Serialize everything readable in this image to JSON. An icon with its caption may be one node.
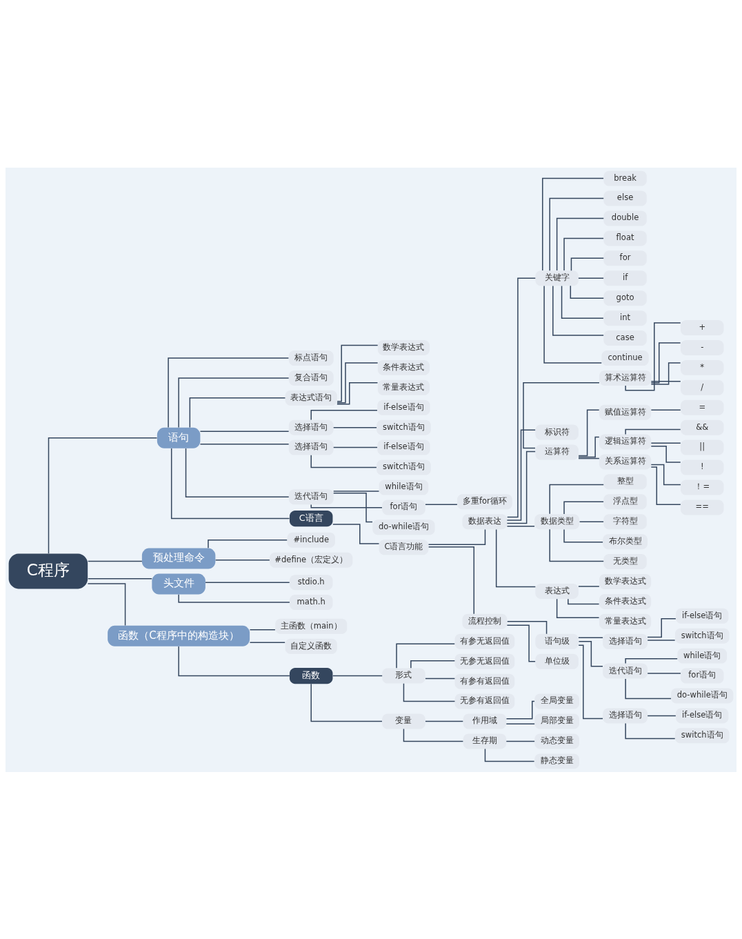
{
  "diagram": {
    "nodes": [
      {
        "text": [
          "C程序"
        ]
      },
      {
        "text": [
          "语句"
        ]
      },
      {
        "text": [
          "标点语句"
        ]
      },
      {
        "text": [
          "复合语句"
        ]
      },
      {
        "text": [
          "表达式语句"
        ]
      },
      {
        "text": [
          "数学表达式"
        ]
      },
      {
        "text": [
          "条件表达式"
        ]
      },
      {
        "text": [
          "常量表达式"
        ]
      },
      {
        "text": [
          "选择语句"
        ]
      },
      {
        "text": [
          "if-else语句"
        ]
      },
      {
        "text": [
          "switch语句"
        ]
      },
      {
        "text": [
          "选择语句"
        ]
      },
      {
        "text": [
          "if-else语句"
        ]
      },
      {
        "text": [
          "switch语句"
        ]
      },
      {
        "text": [
          "迭代语句"
        ]
      },
      {
        "text": [
          "while语句"
        ]
      },
      {
        "text": [
          "for语句"
        ]
      },
      {
        "text": [
          "多重for循环"
        ]
      },
      {
        "text": [
          "do-while语句"
        ]
      },
      {
        "text": [
          "C语言"
        ]
      },
      {
        "text": [
          "C语言功能"
        ]
      },
      {
        "text": [
          "数据表达"
        ]
      },
      {
        "text": [
          "关键字"
        ]
      },
      {
        "text": [
          "break"
        ]
      },
      {
        "text": [
          "else"
        ]
      },
      {
        "text": [
          "double"
        ]
      },
      {
        "text": [
          "float"
        ]
      },
      {
        "text": [
          "for"
        ]
      },
      {
        "text": [
          "if"
        ]
      },
      {
        "text": [
          "goto"
        ]
      },
      {
        "text": [
          "int"
        ]
      },
      {
        "text": [
          "case"
        ]
      },
      {
        "text": [
          "continue"
        ]
      },
      {
        "text": [
          "标识符"
        ]
      },
      {
        "text": [
          "运算符"
        ]
      },
      {
        "text": [
          "算术运算符"
        ]
      },
      {
        "text": [
          "+"
        ]
      },
      {
        "text": [
          "-"
        ]
      },
      {
        "text": [
          "*"
        ]
      },
      {
        "text": [
          "/"
        ]
      },
      {
        "text": [
          "赋值运算符"
        ]
      },
      {
        "text": [
          "="
        ]
      },
      {
        "text": [
          "逻辑运算符"
        ]
      },
      {
        "text": [
          "&&"
        ]
      },
      {
        "text": [
          "||"
        ]
      },
      {
        "text": [
          "!"
        ]
      },
      {
        "text": [
          "关系运算符"
        ]
      },
      {
        "text": [
          "！="
        ]
      },
      {
        "text": [
          "=="
        ]
      },
      {
        "text": [
          "数据类型"
        ]
      },
      {
        "text": [
          "整型"
        ]
      },
      {
        "text": [
          "浮点型"
        ]
      },
      {
        "text": [
          "字符型"
        ]
      },
      {
        "text": [
          "布尔类型"
        ]
      },
      {
        "text": [
          "无类型"
        ]
      },
      {
        "text": [
          "表达式"
        ]
      },
      {
        "text": [
          "数学表达式"
        ]
      },
      {
        "text": [
          "条件表达式"
        ]
      },
      {
        "text": [
          "常量表达式"
        ]
      },
      {
        "text": [
          "流程控制"
        ]
      },
      {
        "text": [
          "语句级"
        ]
      },
      {
        "text": [
          "选择语句"
        ]
      },
      {
        "text": [
          "if-else语句"
        ]
      },
      {
        "text": [
          "switch语句"
        ]
      },
      {
        "text": [
          "迭代语句"
        ]
      },
      {
        "text": [
          "while语句"
        ]
      },
      {
        "text": [
          "for语句"
        ]
      },
      {
        "text": [
          "do-while语句"
        ]
      },
      {
        "text": [
          "选择语句"
        ]
      },
      {
        "text": [
          "if-else语句"
        ]
      },
      {
        "text": [
          "switch语句"
        ]
      },
      {
        "text": [
          "单位级"
        ]
      },
      {
        "text": [
          "预处理命令"
        ]
      },
      {
        "text": [
          "#include"
        ]
      },
      {
        "text": [
          "#define（宏定义）"
        ]
      },
      {
        "text": [
          "头文件"
        ]
      },
      {
        "text": [
          "stdio.h"
        ]
      },
      {
        "text": [
          "math.h"
        ]
      },
      {
        "text": [
          "函数（C程序中的构造块）"
        ]
      },
      {
        "text": [
          "主函数（main）"
        ]
      },
      {
        "text": [
          "自定义函数"
        ]
      },
      {
        "text": [
          "函数"
        ]
      },
      {
        "text": [
          "形式"
        ]
      },
      {
        "text": [
          "有参无返回值"
        ]
      },
      {
        "text": [
          "无参无返回值"
        ]
      },
      {
        "text": [
          "有参有返回值"
        ]
      },
      {
        "text": [
          "无参有返回值"
        ]
      },
      {
        "text": [
          "变量"
        ]
      },
      {
        "text": [
          "作用域"
        ]
      },
      {
        "text": [
          "全局变量"
        ]
      },
      {
        "text": [
          "局部变量"
        ]
      },
      {
        "text": [
          "生存期"
        ]
      },
      {
        "text": [
          "动态变量"
        ]
      },
      {
        "text": [
          "静态变量"
        ]
      }
    ],
    "edges": [
      {
        "from": 0,
        "to": 1,
        "arrow": "none"
      },
      {
        "from": 1,
        "to": 2,
        "arrow": "none"
      },
      {
        "from": 1,
        "to": 3,
        "arrow": "none"
      },
      {
        "from": 1,
        "to": 4,
        "arrow": "none"
      },
      {
        "from": 4,
        "to": 5,
        "arrow": "none"
      },
      {
        "from": 4,
        "to": 6,
        "arrow": "none"
      },
      {
        "from": 4,
        "to": 7,
        "arrow": "none"
      },
      {
        "from": 1,
        "to": 8,
        "arrow": "none"
      },
      {
        "from": 8,
        "to": 9,
        "arrow": "none"
      },
      {
        "from": 8,
        "to": 10,
        "arrow": "none"
      },
      {
        "from": 1,
        "to": 11,
        "arrow": "none"
      },
      {
        "from": 11,
        "to": 12,
        "arrow": "none"
      },
      {
        "from": 11,
        "to": 13,
        "arrow": "none"
      },
      {
        "from": 1,
        "to": 14,
        "arrow": "none"
      },
      {
        "from": 14,
        "to": 15,
        "arrow": "none"
      },
      {
        "from": 14,
        "to": 16,
        "arrow": "none"
      },
      {
        "from": 16,
        "to": 17,
        "arrow": "none"
      },
      {
        "from": 14,
        "to": 18,
        "arrow": "none"
      },
      {
        "from": 1,
        "to": 19,
        "arrow": "none"
      },
      {
        "from": 19,
        "to": 20,
        "arrow": "none"
      },
      {
        "from": 20,
        "to": 21,
        "arrow": "none"
      },
      {
        "from": 21,
        "to": 22,
        "arrow": "none"
      },
      {
        "from": 22,
        "to": 23,
        "arrow": "none"
      },
      {
        "from": 22,
        "to": 24,
        "arrow": "none"
      },
      {
        "from": 22,
        "to": 25,
        "arrow": "none"
      },
      {
        "from": 22,
        "to": 26,
        "arrow": "none"
      },
      {
        "from": 22,
        "to": 27,
        "arrow": "none"
      },
      {
        "from": 22,
        "to": 28,
        "arrow": "none"
      },
      {
        "from": 22,
        "to": 29,
        "arrow": "none"
      },
      {
        "from": 22,
        "to": 30,
        "arrow": "none"
      },
      {
        "from": 22,
        "to": 31,
        "arrow": "none"
      },
      {
        "from": 22,
        "to": 32,
        "arrow": "none"
      },
      {
        "from": 21,
        "to": 33,
        "arrow": "none"
      },
      {
        "from": 21,
        "to": 34,
        "arrow": "none"
      },
      {
        "from": 34,
        "to": 35,
        "arrow": "none"
      },
      {
        "from": 35,
        "to": 36,
        "arrow": "none"
      },
      {
        "from": 35,
        "to": 37,
        "arrow": "none"
      },
      {
        "from": 35,
        "to": 38,
        "arrow": "none"
      },
      {
        "from": 35,
        "to": 39,
        "arrow": "none"
      },
      {
        "from": 34,
        "to": 40,
        "arrow": "none"
      },
      {
        "from": 40,
        "to": 41,
        "arrow": "none"
      },
      {
        "from": 34,
        "to": 42,
        "arrow": "none"
      },
      {
        "from": 42,
        "to": 43,
        "arrow": "none"
      },
      {
        "from": 42,
        "to": 44,
        "arrow": "none"
      },
      {
        "from": 42,
        "to": 45,
        "arrow": "none"
      },
      {
        "from": 34,
        "to": 46,
        "arrow": "none"
      },
      {
        "from": 46,
        "to": 47,
        "arrow": "none"
      },
      {
        "from": 46,
        "to": 48,
        "arrow": "none"
      },
      {
        "from": 21,
        "to": 49,
        "arrow": "none"
      },
      {
        "from": 49,
        "to": 50,
        "arrow": "none"
      },
      {
        "from": 49,
        "to": 51,
        "arrow": "none"
      },
      {
        "from": 49,
        "to": 52,
        "arrow": "none"
      },
      {
        "from": 49,
        "to": 53,
        "arrow": "none"
      },
      {
        "from": 49,
        "to": 54,
        "arrow": "none"
      },
      {
        "from": 21,
        "to": 55,
        "arrow": "none"
      },
      {
        "from": 55,
        "to": 56,
        "arrow": "none"
      },
      {
        "from": 55,
        "to": 57,
        "arrow": "none"
      },
      {
        "from": 55,
        "to": 58,
        "arrow": "none"
      },
      {
        "from": 20,
        "to": 59,
        "arrow": "none"
      },
      {
        "from": 59,
        "to": 60,
        "arrow": "none"
      },
      {
        "from": 60,
        "to": 61,
        "arrow": "none"
      },
      {
        "from": 61,
        "to": 62,
        "arrow": "none"
      },
      {
        "from": 61,
        "to": 63,
        "arrow": "none"
      },
      {
        "from": 60,
        "to": 64,
        "arrow": "none"
      },
      {
        "from": 64,
        "to": 65,
        "arrow": "none"
      },
      {
        "from": 64,
        "to": 66,
        "arrow": "none"
      },
      {
        "from": 64,
        "to": 67,
        "arrow": "none"
      },
      {
        "from": 60,
        "to": 68,
        "arrow": "none"
      },
      {
        "from": 68,
        "to": 69,
        "arrow": "none"
      },
      {
        "from": 68,
        "to": 70,
        "arrow": "none"
      },
      {
        "from": 59,
        "to": 71,
        "arrow": "none"
      },
      {
        "from": 0,
        "to": 72,
        "arrow": "none"
      },
      {
        "from": 72,
        "to": 73,
        "arrow": "none"
      },
      {
        "from": 72,
        "to": 74,
        "arrow": "none"
      },
      {
        "from": 0,
        "to": 75,
        "arrow": "none"
      },
      {
        "from": 75,
        "to": 76,
        "arrow": "none"
      },
      {
        "from": 75,
        "to": 77,
        "arrow": "none"
      },
      {
        "from": 0,
        "to": 78,
        "arrow": "none"
      },
      {
        "from": 78,
        "to": 79,
        "arrow": "none"
      },
      {
        "from": 78,
        "to": 80,
        "arrow": "none"
      },
      {
        "from": 78,
        "to": 81,
        "arrow": "none"
      },
      {
        "from": 81,
        "to": 82,
        "arrow": "none"
      },
      {
        "from": 82,
        "to": 83,
        "arrow": "none"
      },
      {
        "from": 82,
        "to": 84,
        "arrow": "none"
      },
      {
        "from": 82,
        "to": 85,
        "arrow": "none"
      },
      {
        "from": 82,
        "to": 86,
        "arrow": "none"
      },
      {
        "from": 81,
        "to": 87,
        "arrow": "none"
      },
      {
        "from": 87,
        "to": 88,
        "arrow": "none"
      },
      {
        "from": 88,
        "to": 89,
        "arrow": "none"
      },
      {
        "from": 88,
        "to": 90,
        "arrow": "none"
      },
      {
        "from": 87,
        "to": 91,
        "arrow": "none"
      },
      {
        "from": 91,
        "to": 92,
        "arrow": "none"
      },
      {
        "from": 91,
        "to": 93,
        "arrow": "none"
      }
    ]
  }
}
